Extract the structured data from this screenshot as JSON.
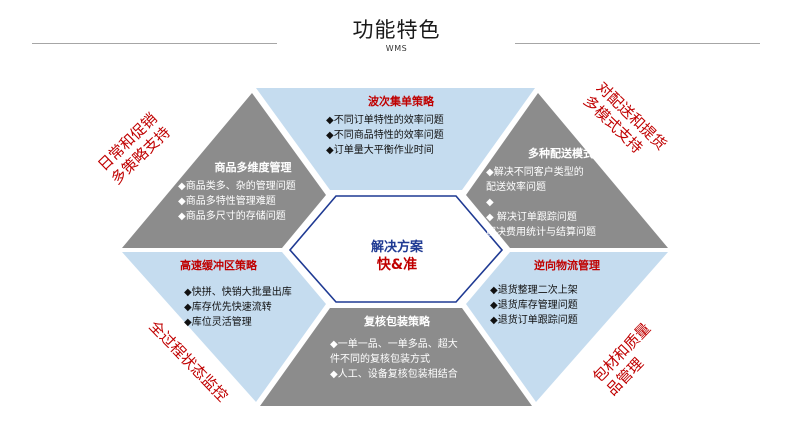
{
  "header": {
    "title": "功能特色",
    "subtitle": "WMS"
  },
  "center": {
    "title": "解决方案",
    "subtitle": "快&准"
  },
  "panels": [
    {
      "id": "top",
      "title": "波次集单策略",
      "items": [
        "◆不同订单特性的效率问题",
        "◆不同商品特性的效率问题",
        "◆订单量大平衡作业时间"
      ]
    },
    {
      "id": "upper-left",
      "title": "商品多维度管理",
      "items": [
        "◆商品类多、杂的管理问题",
        "◆商品多特性管理难题",
        "◆商品多尺寸的存储问题"
      ]
    },
    {
      "id": "upper-right",
      "title": "多种配送模式",
      "items": [
        "◆解决不同客户类型的\n配送效率问题",
        "◆",
        "◆ 解决订单跟踪问题\n  解决费用统计与结算问题"
      ]
    },
    {
      "id": "lower-left",
      "title": "高速缓冲区策略",
      "items": [
        "◆快拼、快销大批量出库",
        "◆库存优先快速流转",
        "◆库位灵活管理"
      ]
    },
    {
      "id": "lower-right",
      "title": "逆向物流管理",
      "items": [
        "◆退货整理二次上架",
        "◆退货库存管理问题",
        "◆退货订单跟踪问题"
      ]
    },
    {
      "id": "bottom",
      "title": "复核包装策略",
      "items": [
        "◆一单一品、一单多品、超大\n件不同的复核包装方式",
        "◆人工、设备复核包装相结合"
      ]
    }
  ],
  "side_labels": {
    "top_left": "日常和促销\n多策略支持",
    "top_right": "对配送和提货\n多模式支持",
    "bottom_left": "全过程状态监控",
    "bottom_right": "包材和质量\n品管理"
  },
  "colors": {
    "blue_panel": "#c5dcef",
    "gray_panel": "#8c8c8c",
    "center_border": "#1f3a93",
    "accent_red": "#c00000",
    "rule": "#a6a6a6"
  }
}
